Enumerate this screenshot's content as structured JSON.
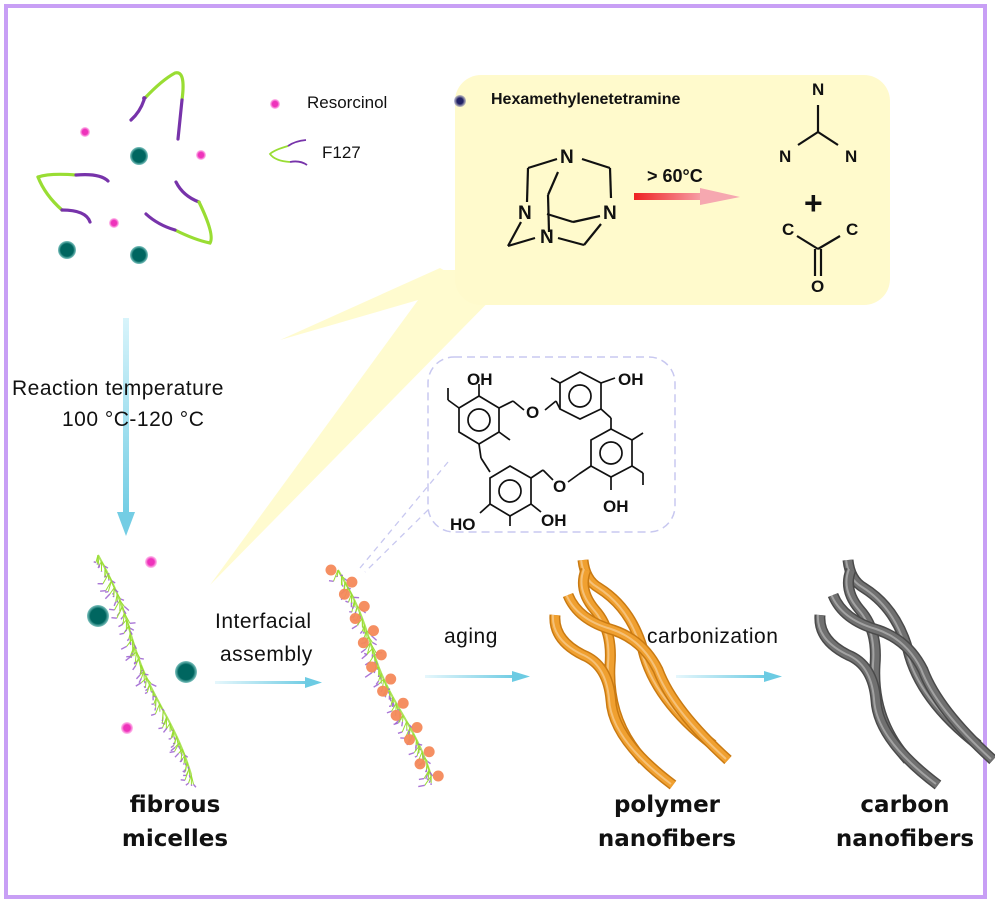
{
  "legend": {
    "resorcinol": "Resorcinol",
    "f127": "F127",
    "hmt": "Hexamethylenetetramine"
  },
  "callout": {
    "condition": "> 60°C",
    "atoms": {
      "N": "N",
      "C": "C",
      "O": "O",
      "plus": "+"
    }
  },
  "resin": {
    "oh": "OH",
    "ho": "HO",
    "o": "O"
  },
  "steps": {
    "reaction_line1": "Reaction temperature",
    "reaction_line2": "100 °C-120 °C",
    "interfacial_line1": "Interfacial",
    "interfacial_line2": "assembly",
    "aging": "aging",
    "carbonization": "carbonization"
  },
  "stages": {
    "fibrous_line1": "fibrous",
    "fibrous_line2": "micelles",
    "polymer_line1": "polymer",
    "polymer_line2": "nanofibers",
    "carbon_line1": "carbon",
    "carbon_line2": "nanofibers"
  },
  "colors": {
    "frame": "#c89ff5",
    "resorcinol": "#ee44bb",
    "hmt_particle": "#006660",
    "f127_hydrophilic": "#99dd33",
    "f127_hydrophobic": "#7733aa",
    "callout_bg": "#fffacc",
    "arrow_blue": "#7fd3e8",
    "heat_arrow": "#ee3333",
    "polymer_fiber": "#f0a030",
    "carbon_fiber": "#707070",
    "resin_orange": "#f4895a"
  }
}
